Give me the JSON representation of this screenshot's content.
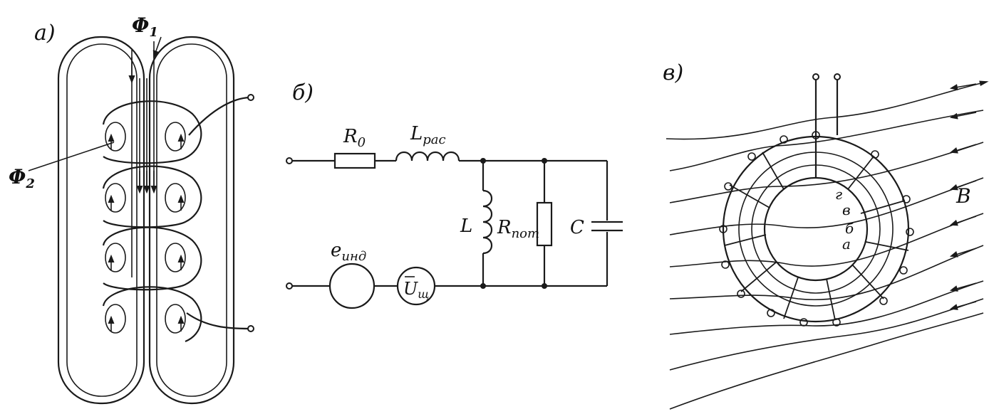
{
  "panels": [
    {
      "label": "a)"
    },
    {
      "label": "б)"
    },
    {
      "label": "в)"
    }
  ],
  "panel_a": {
    "flux_main": "Φ",
    "flux_main_sub": "1",
    "flux_leak": "Φ",
    "flux_leak_sub": "2"
  },
  "panel_b": {
    "r0": "R",
    "r0_sub": "0",
    "lrac": "L",
    "lrac_sub": "рас",
    "eind": "e",
    "eind_sub": "инд",
    "ush": "U",
    "ush_sub": "щ",
    "l": "L",
    "rpot": "R",
    "rpot_sub": "пот",
    "c": "C"
  },
  "panel_c": {
    "field": "B",
    "points": [
      "г",
      "в",
      "б",
      "а"
    ]
  }
}
